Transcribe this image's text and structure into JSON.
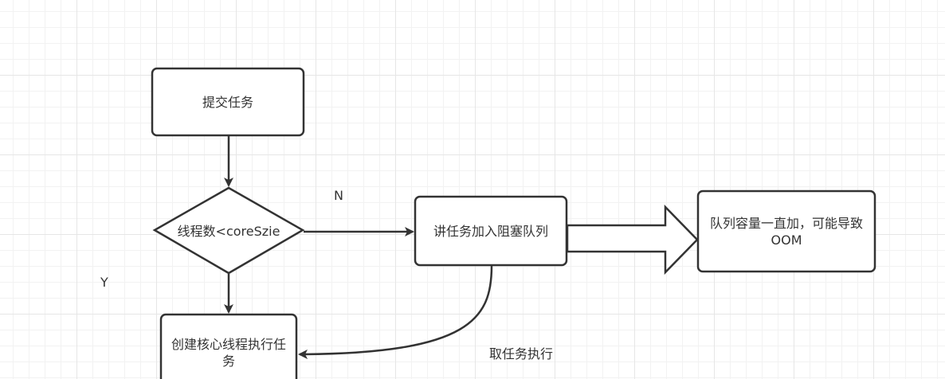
{
  "nodes": {
    "submit": "提交任务",
    "decision": "线程数<coreSzie",
    "enqueue": "讲任务加入阻塞队列",
    "oom": "队列容量一直加，可能导致OOM",
    "create_core": "创建核心线程执行任务"
  },
  "edge_labels": {
    "no": "N",
    "yes": "Y",
    "take_task": "取任务执行"
  },
  "colors": {
    "stroke": "#333333",
    "text": "#333333"
  }
}
